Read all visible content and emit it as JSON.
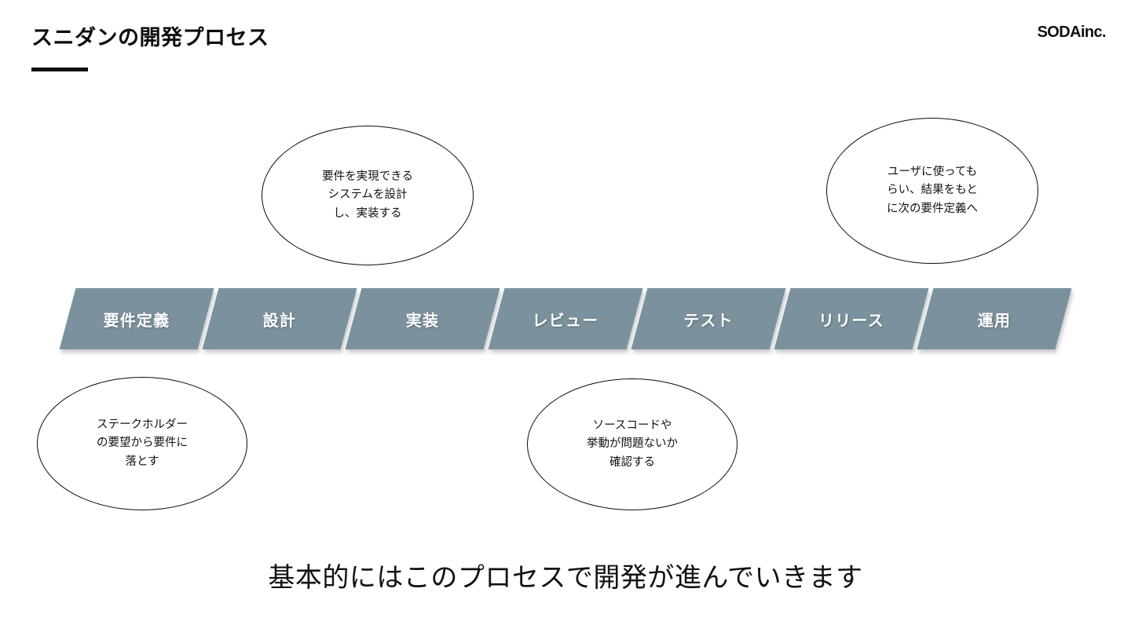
{
  "slide": {
    "title": "スニダンの開発プロセス",
    "brand": "SODAinc.",
    "caption": "基本的にはこのプロセスで開発が進んでいきます",
    "accent_color": "#7b929e",
    "text_color": "#111111",
    "background_color": "#ffffff"
  },
  "process": {
    "steps": [
      {
        "label": "要件定義"
      },
      {
        "label": "設計"
      },
      {
        "label": "実装"
      },
      {
        "label": "レビュー"
      },
      {
        "label": "テスト"
      },
      {
        "label": "リリース"
      },
      {
        "label": "運用"
      }
    ]
  },
  "annotations": {
    "design": "要件を実現できる\nシステムを設計\nし、実装する",
    "operation": "ユーザに使っても\nらい、結果をもと\nに次の要件定義へ",
    "requirement": "ステークホルダー\nの要望から要件に\n落とす",
    "review": "ソースコードや\n挙動が問題ないか\n確認する"
  }
}
